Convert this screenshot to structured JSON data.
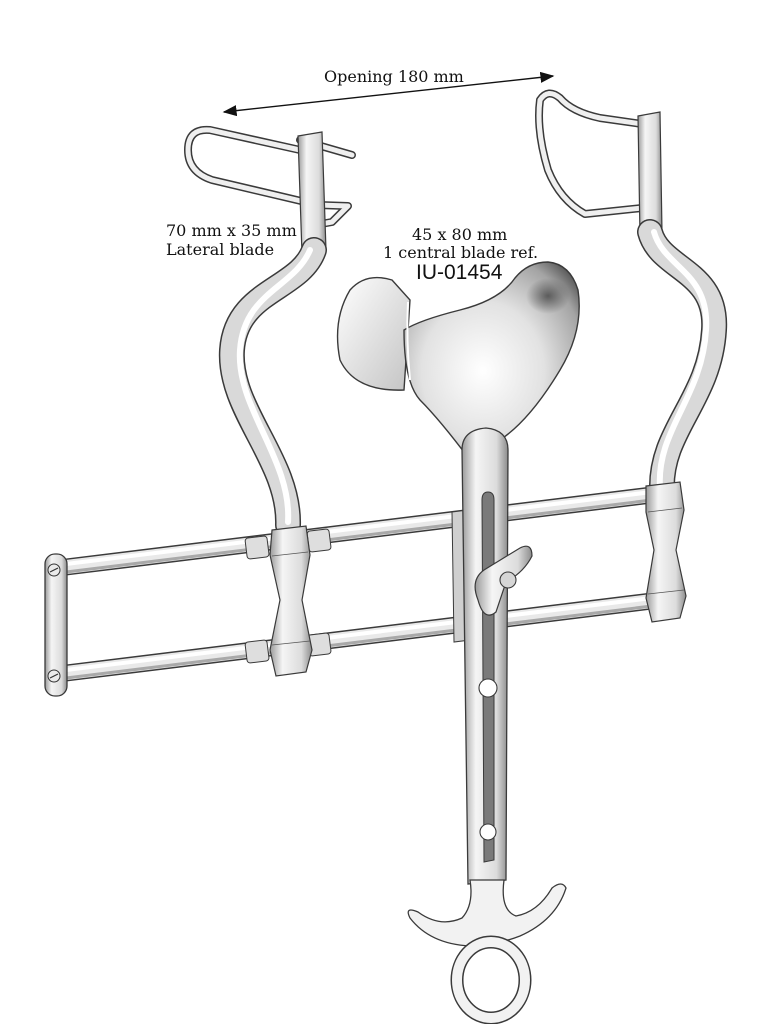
{
  "diagram": {
    "subject": "Surgical retractor (frame with two lateral blades and one central blade)",
    "background_color": "#ffffff",
    "metal_colors": {
      "light": "#f4f4f4",
      "mid": "#c8c8c8",
      "dark": "#7a7a7a",
      "outline": "#3a3a3a"
    },
    "labels": {
      "opening": "Opening 180 mm",
      "lateral_dims": "70 mm x 35 mm",
      "lateral_name": "Lateral blade",
      "central_dims": "45 x 80 mm",
      "central_name": "1 central blade ref.",
      "central_ref": "IU-01454"
    },
    "parts": [
      {
        "id": "left-lateral-blade",
        "name": "Left lateral wire blade"
      },
      {
        "id": "right-lateral-blade",
        "name": "Right lateral wire blade"
      },
      {
        "id": "central-blade",
        "name": "Central blade IU-01454"
      },
      {
        "id": "frame-rails",
        "name": "Two parallel frame rails"
      },
      {
        "id": "end-plate",
        "name": "Left end plate with two screws"
      },
      {
        "id": "slotted-shaft",
        "name": "Central slotted shaft"
      },
      {
        "id": "wing-nut",
        "name": "Locking wing nut"
      },
      {
        "id": "ring-handle",
        "name": "Ring handle with two curved hooks"
      }
    ]
  }
}
